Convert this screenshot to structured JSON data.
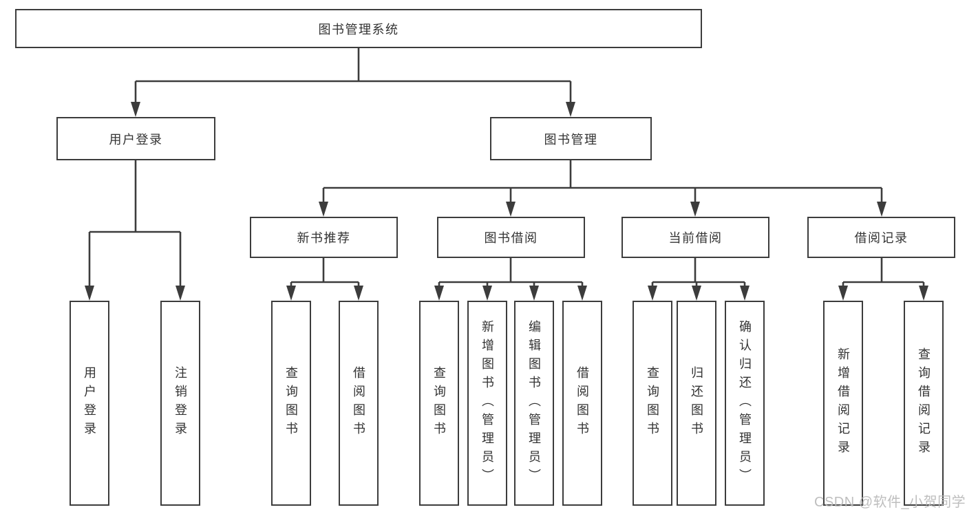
{
  "diagram": {
    "title_node": "图书管理系统",
    "branches": {
      "user_login": {
        "label": "用户登录",
        "children": {
          "login": "用户登录",
          "logout": "注销登录"
        }
      },
      "book_mgmt": {
        "label": "图书管理",
        "sections": {
          "new_books": {
            "label": "新书推荐",
            "children": {
              "query": "查询图书",
              "borrow": "借阅图书"
            }
          },
          "borrowing": {
            "label": "图书借阅",
            "children": {
              "query": "查询图书",
              "add": "新增图书（管理员）",
              "edit": "编辑图书（管理员）",
              "borrow": "借阅图书"
            }
          },
          "current": {
            "label": "当前借阅",
            "children": {
              "query": "查询图书",
              "return": "归还图书",
              "confirm": "确认归还（管理员）"
            }
          },
          "records": {
            "label": "借阅记录",
            "children": {
              "add": "新增借阅记录",
              "query": "查询借阅记录"
            }
          }
        }
      }
    }
  },
  "watermark": {
    "text": "CSDN @软件_小贺同学",
    "color": "#b9b9b9"
  },
  "colors": {
    "line": "#3c3c3c",
    "box_border": "#3c3c3c",
    "text": "#333333",
    "background": "#ffffff"
  }
}
